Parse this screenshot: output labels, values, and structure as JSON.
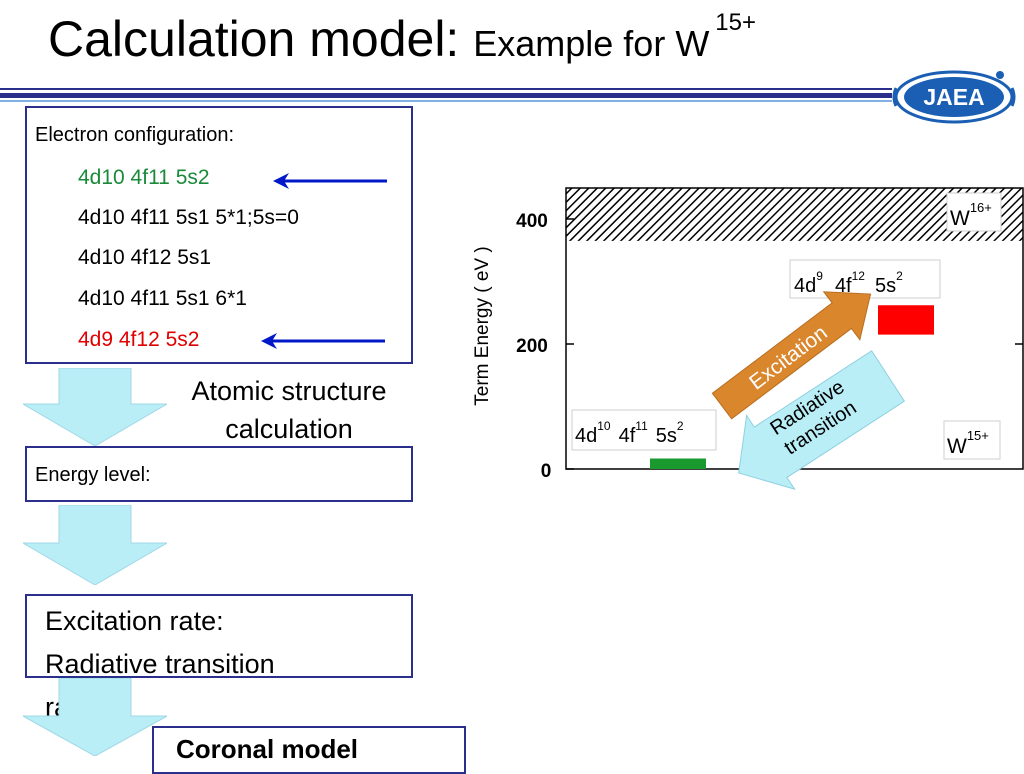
{
  "title": {
    "main": "Calculation model:",
    "sub": "Example for W",
    "charge": "15+"
  },
  "logo": {
    "text": "JAEA"
  },
  "config_box": {
    "heading": "Electron configuration:",
    "items": [
      {
        "text": "4d10 4f11 5s2",
        "color": "#1a8a3a",
        "arrow": true
      },
      {
        "text": "4d10 4f11 5s1 5*1;5s=0",
        "color": "#000000",
        "arrow": false
      },
      {
        "text": "4d10 4f12 5s1",
        "color": "#000000",
        "arrow": false
      },
      {
        "text": "4d10 4f11 5s1 6*1",
        "color": "#000000",
        "arrow": false
      },
      {
        "text": "4d9  4f12 5s2",
        "color": "#e00000",
        "arrow": true
      }
    ]
  },
  "atomic_structure": {
    "line1": "Atomic structure",
    "line2": "calculation"
  },
  "energy_box": {
    "label": "Energy level:"
  },
  "rates_box": {
    "line1": "Excitation rate:",
    "line2": "Radiative transition",
    "line3": "ra"
  },
  "coronal_box": {
    "label": "Coronal model"
  },
  "chart": {
    "ylabel": "Term Energy ( eV )",
    "yticks": [
      "0",
      "200",
      "400"
    ],
    "ylim": [
      0,
      450
    ],
    "ion_upper": {
      "base": "W",
      "sup": "16+"
    },
    "ion_lower": {
      "base": "W",
      "sup": "15+"
    },
    "ground": {
      "parts": [
        [
          "4d",
          "10"
        ],
        [
          "4f",
          "11"
        ],
        [
          "5s",
          "2"
        ]
      ]
    },
    "excited": {
      "parts": [
        [
          "4d",
          "9"
        ],
        [
          "4f",
          "12"
        ],
        [
          "5s",
          "2"
        ]
      ]
    },
    "excitation_label": "Excitation",
    "radiative_label_1": "Radiative",
    "radiative_label_2": "transition",
    "colors": {
      "ground": "#1a9a2e",
      "excited": "#ff0000",
      "excitation": "#d9862d",
      "radiative": "#b9eef7"
    }
  },
  "chart_data": {
    "type": "bar",
    "ylabel": "Term Energy ( eV )",
    "ylim": [
      0,
      450
    ],
    "yticks": [
      0,
      200,
      400
    ],
    "ionization_limit": [
      365,
      450
    ],
    "levels": [
      {
        "configuration": "4d10 4f11 5s2",
        "energy_range": [
          0,
          18
        ],
        "color": "#1a9a2e"
      },
      {
        "configuration": "4d9 4f12 5s2",
        "energy_range": [
          215,
          262
        ],
        "color": "#ff0000"
      }
    ]
  },
  "flow_arrow_color": "#b9eef7"
}
